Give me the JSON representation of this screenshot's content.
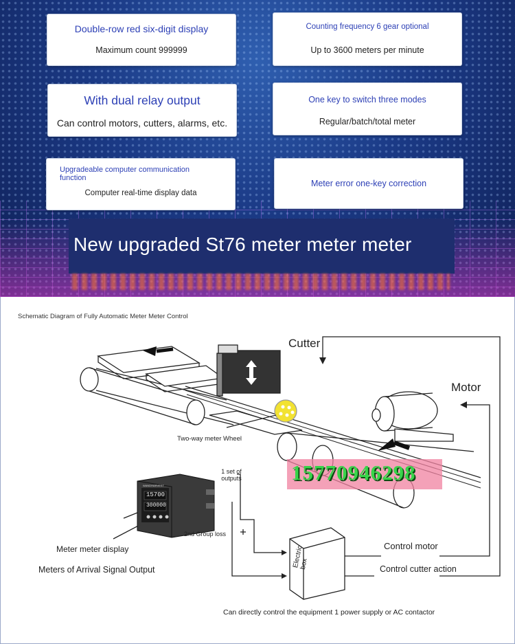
{
  "features": [
    {
      "headline": "Double-row red six-digit display",
      "detail": "Maximum count 999999"
    },
    {
      "headline": "Counting frequency 6 gear optional",
      "detail": "Up to 3600 meters per minute"
    },
    {
      "headline": "With dual relay output",
      "detail": "Can control motors, cutters, alarms, etc."
    },
    {
      "headline": "One key to switch three modes",
      "detail": "Regular/batch/total meter"
    },
    {
      "headline": "Upgradeable computer communication function",
      "detail": "Computer real-time display data"
    },
    {
      "headline": "Meter error one-key correction",
      "detail": ""
    }
  ],
  "banner_title": "New upgraded St76 meter meter meter",
  "diagram": {
    "title": "Schematic Diagram of Fully Automatic Meter Meter Control",
    "cutter": "Cutter",
    "motor": "Motor",
    "wheel": "Two-way meter Wheel",
    "outputs": "1 set of outputs",
    "group_loss": "2nd Group loss",
    "display": "Meter meter display",
    "arrival": "Meters of Arrival Signal Output",
    "control_motor": "Control motor",
    "control_cutter": "Control cutter action",
    "electric_box": "Electric box",
    "footer": "Can directly control the equipment 1 power supply or AC contactor",
    "phone": "15770946298",
    "meter_top": "15700",
    "meter_bottom": "300000",
    "meter_brand": "WANDHARVEST"
  },
  "colors": {
    "headline_blue": "#2c3fb5",
    "banner_navy": "#1e2e6e",
    "phone_green": "#39d44a",
    "wheel_yellow": "#f2e232"
  }
}
